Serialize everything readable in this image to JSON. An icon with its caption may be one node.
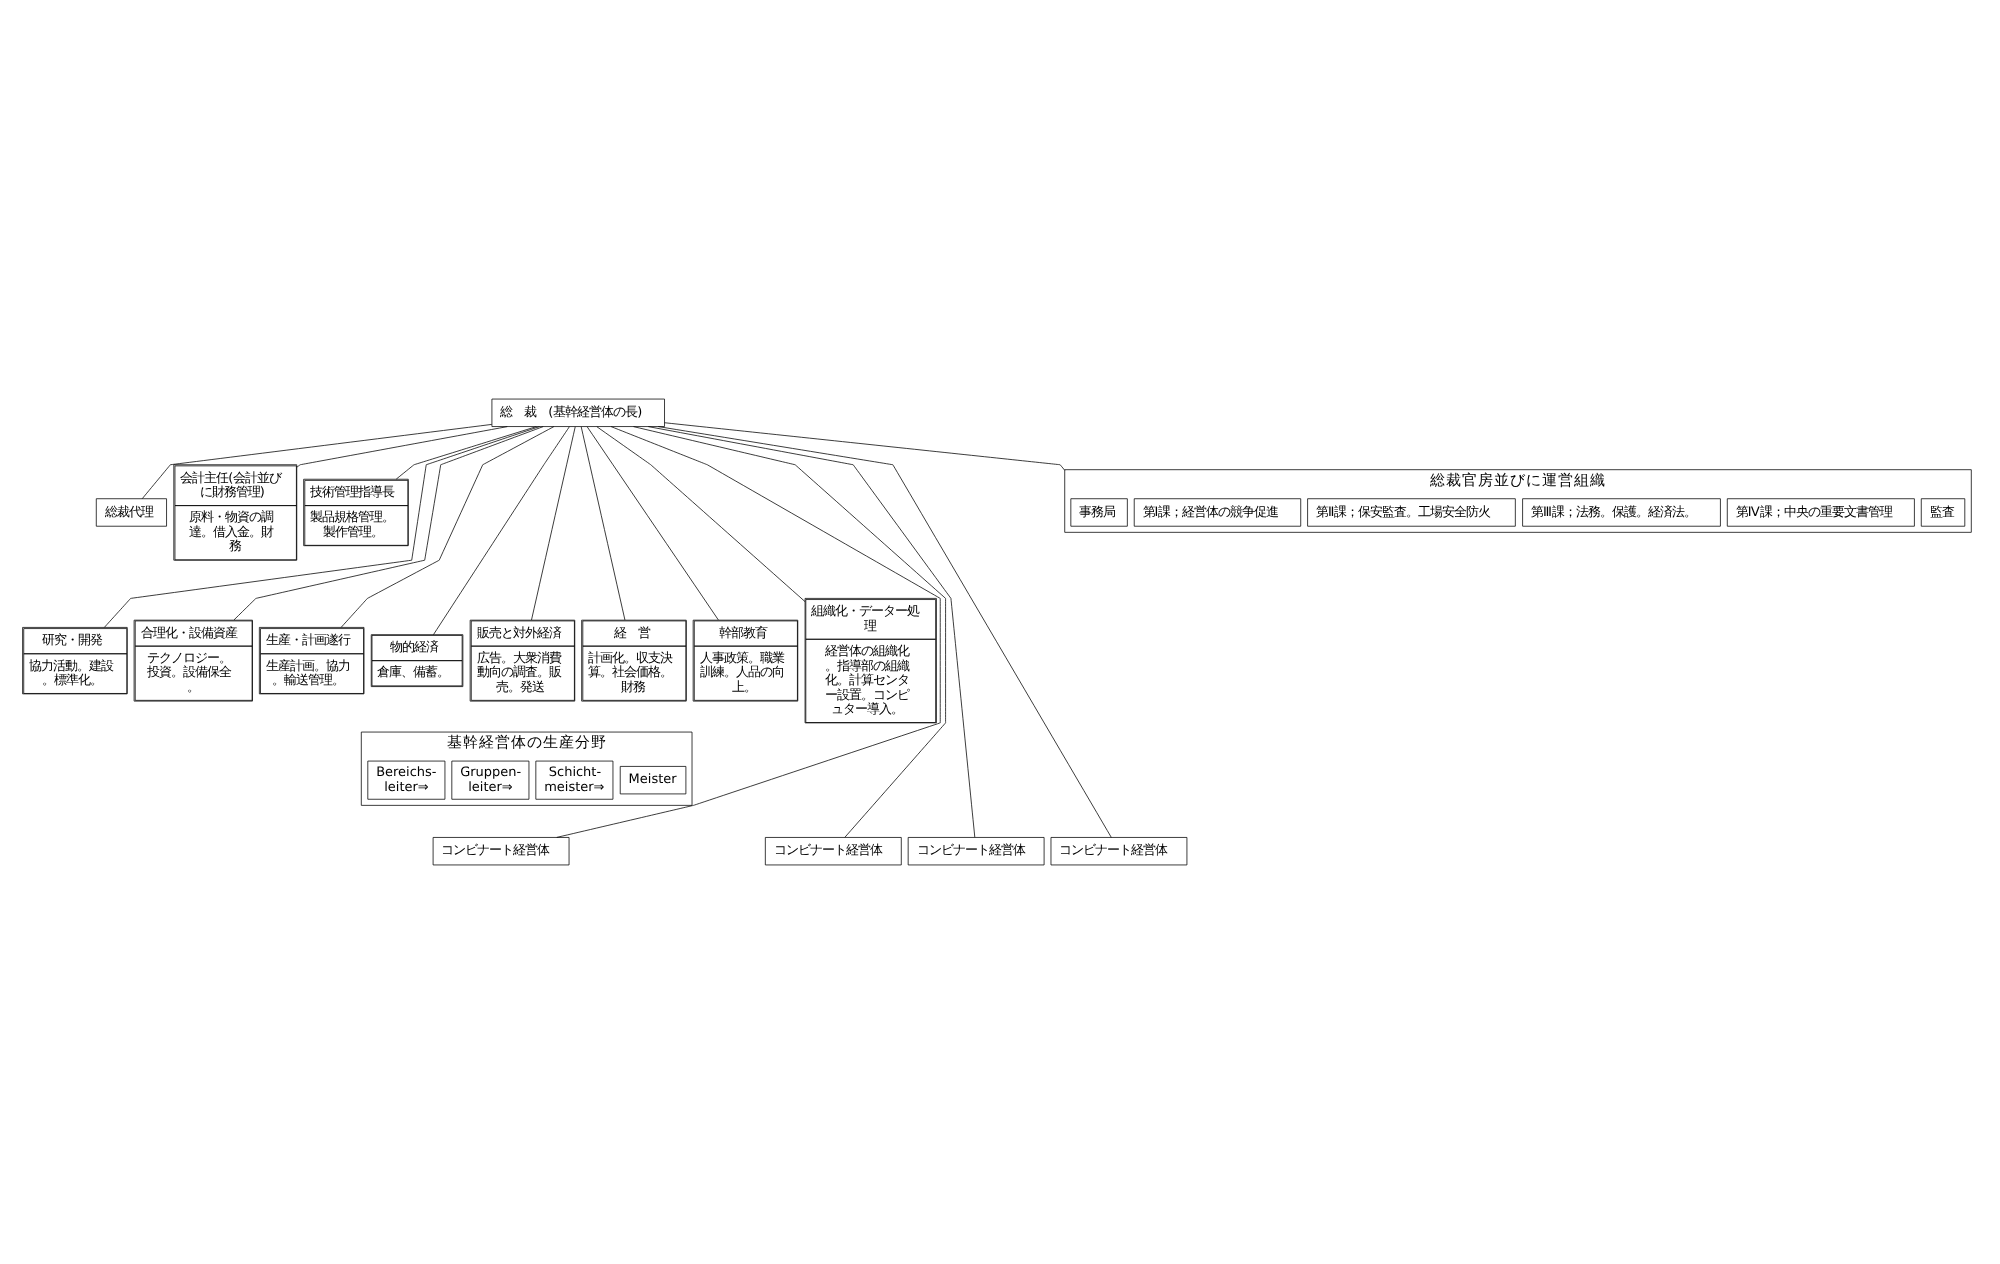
{
  "diagram": {
    "nodes": [
      {
        "text": [
          "総　裁　(基幹経営体の長)"
        ]
      },
      {
        "text": [
          "総裁代理"
        ]
      },
      {
        "text": [
          "会計主任(会計並びに財務管理)",
          "原料・物資の調達。借入金。財務"
        ]
      },
      {
        "text": [
          "技術管理指導長",
          "製品規格管理。製作管理。"
        ]
      },
      {
        "text": [
          "総裁官房並びに運営組織"
        ]
      },
      {
        "text": [
          "事務局"
        ],
        "in": 4
      },
      {
        "text": [
          "第Ⅰ課；経営体の競争促進"
        ],
        "in": 4
      },
      {
        "text": [
          "第Ⅱ課；保安監査。工場安全防火"
        ],
        "in": 4
      },
      {
        "text": [
          "第Ⅲ課；法務。保護。経済法。"
        ],
        "in": 4
      },
      {
        "text": [
          "第Ⅳ課；中央の重要文書管理"
        ],
        "in": 4
      },
      {
        "text": [
          "監査"
        ],
        "in": 4
      },
      {
        "text": [
          "研究・開発",
          "協力活動。建設。標準化。"
        ]
      },
      {
        "text": [
          "合理化・設備資産",
          "テクノロジー。投資。設備保全。"
        ]
      },
      {
        "text": [
          "生産・計画遂行",
          "生産計画。協力。輸送管理。"
        ]
      },
      {
        "text": [
          "物的経済",
          "倉庫、備蓄。"
        ]
      },
      {
        "text": [
          "販売と対外経済",
          "広告。大衆消費動向の調査。販売。発送"
        ]
      },
      {
        "text": [
          "経　営",
          "計画化。収支決算。社会価格。財務"
        ]
      },
      {
        "text": [
          "幹部教育",
          "人事政策。職業訓練。人品の向上。"
        ]
      },
      {
        "text": [
          "組織化・データー処理",
          "経営体の組織化。指導部の組織化。計算センター設置。コンピュター導入。"
        ]
      },
      {
        "text": [
          "基幹経営体の生産分野"
        ]
      },
      {
        "text": [
          "Bereichs- leiter⇒"
        ],
        "in": 19
      },
      {
        "text": [
          "Gruppen- leiter⇒"
        ],
        "in": 19
      },
      {
        "text": [
          "Schicht- meister⇒"
        ],
        "in": 19
      },
      {
        "text": [
          "Meister"
        ],
        "in": 19
      },
      {
        "text": [
          "コンビナート経営体"
        ]
      },
      {
        "text": [
          "コンビナート経営体"
        ]
      },
      {
        "text": [
          "コンビナート経営体"
        ]
      },
      {
        "text": [
          "コンビナート経営体"
        ]
      }
    ],
    "edges": [
      {
        "from": 0,
        "to": 1,
        "arrow": "none"
      },
      {
        "from": 0,
        "to": 2,
        "arrow": "none"
      },
      {
        "from": 0,
        "to": 3,
        "arrow": "none"
      },
      {
        "from": 0,
        "to": 4,
        "arrow": "none"
      },
      {
        "from": 0,
        "to": 11,
        "arrow": "none"
      },
      {
        "from": 0,
        "to": 12,
        "arrow": "none"
      },
      {
        "from": 0,
        "to": 13,
        "arrow": "none"
      },
      {
        "from": 0,
        "to": 14,
        "arrow": "none"
      },
      {
        "from": 0,
        "to": 15,
        "arrow": "none"
      },
      {
        "from": 0,
        "to": 16,
        "arrow": "none"
      },
      {
        "from": 0,
        "to": 17,
        "arrow": "none"
      },
      {
        "from": 0,
        "to": 18,
        "arrow": "none"
      },
      {
        "from": 0,
        "to": 24,
        "arrow": "none"
      },
      {
        "from": 0,
        "to": 25,
        "arrow": "none"
      },
      {
        "from": 0,
        "to": 26,
        "arrow": "none"
      },
      {
        "from": 0,
        "to": 27,
        "arrow": "none"
      }
    ]
  }
}
